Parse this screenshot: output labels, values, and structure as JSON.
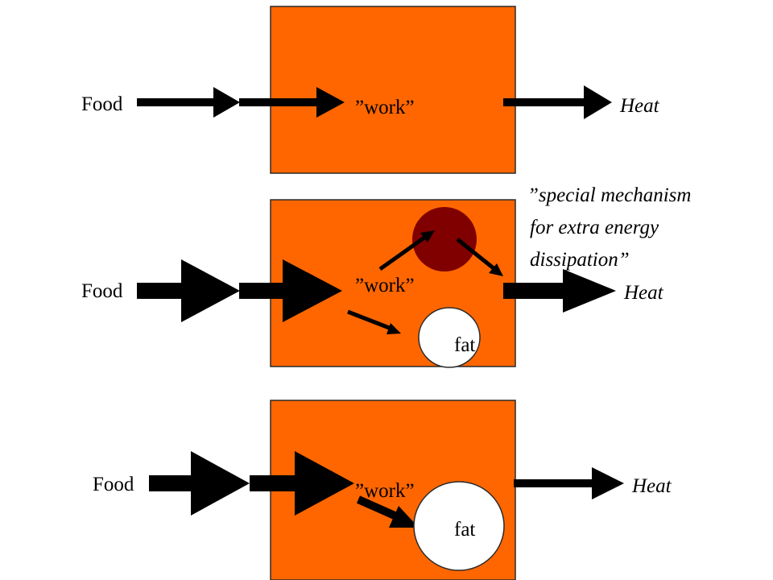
{
  "colors": {
    "box": "#ff6600",
    "box_border": "#2a2a2a",
    "mechanism": "#800000",
    "fat": "#ffffff",
    "arrow": "#000000"
  },
  "panels": [
    {
      "food_label": "Food",
      "work_label": "”work”",
      "heat_label": "Heat"
    },
    {
      "food_label": "Food",
      "work_label": "”work”",
      "heat_label": "Heat",
      "fat_label": "fat",
      "mechanism_note": [
        "”special mechanism",
        "for extra energy",
        "dissipation”"
      ]
    },
    {
      "food_label": "Food",
      "work_label": "”work”",
      "heat_label": "Heat",
      "fat_label": "fat"
    }
  ]
}
